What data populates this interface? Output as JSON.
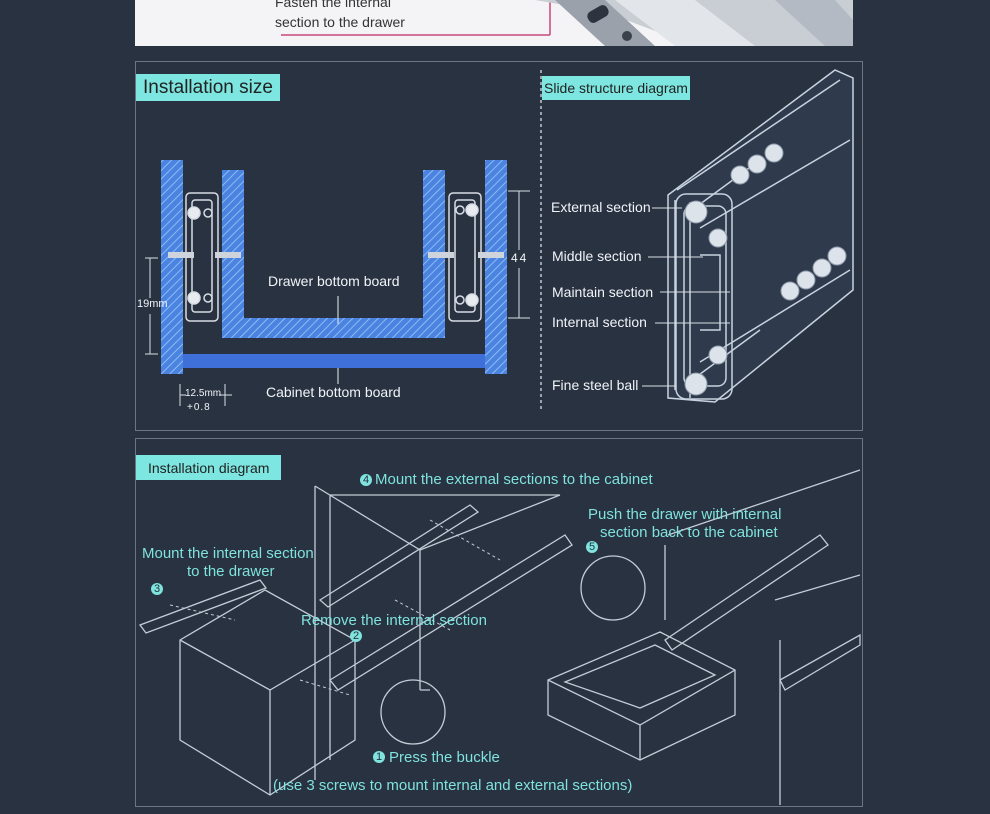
{
  "banner": {
    "line1": "Fasten the internal",
    "line2": "section to the drawer"
  },
  "size_panel": {
    "title": "Installation size",
    "drawer_bottom": "Drawer bottom board",
    "cabinet_bottom": "Cabinet bottom board",
    "dim_19": "19mm",
    "dim_44": "44",
    "dim_12_5": "12.5mm",
    "dim_tol": "+0.8"
  },
  "structure_panel": {
    "title": "Slide structure diagram",
    "external": "External section",
    "middle": "Middle section",
    "maintain": "Maintain section",
    "internal": "Internal section",
    "ball": "Fine steel ball"
  },
  "install_panel": {
    "title": "Installation diagram",
    "step4": "Mount the external sections to the cabinet",
    "step5_l1": "Push the drawer with internal",
    "step5_l2": "section back to the cabinet",
    "step3_l1": "Mount the internal section",
    "step3_l2": "to the drawer",
    "step2": "Remove the internal section",
    "step1": "Press the buckle",
    "note": "(use 3 screws to mount internal and external sections)",
    "n1": "1",
    "n2": "2",
    "n3": "3",
    "n4": "4",
    "n5": "5"
  }
}
